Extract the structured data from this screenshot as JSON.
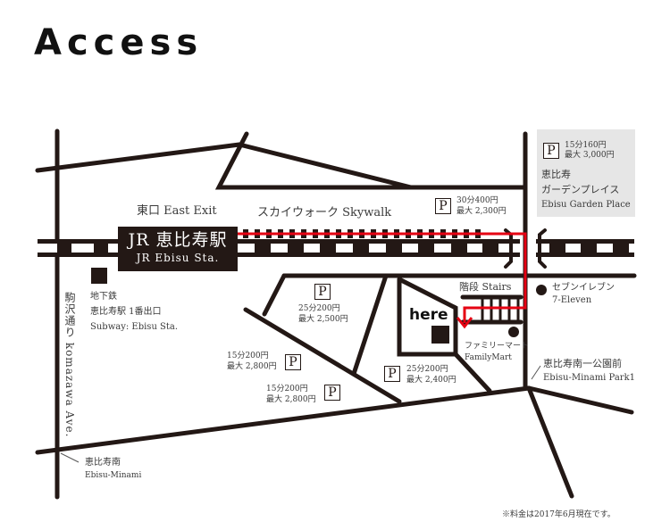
{
  "page": {
    "title": "Access"
  },
  "colors": {
    "road": "#231815",
    "route": "#e60012",
    "garden_bg": "#e6e6e6",
    "text": "#3a3a3a"
  },
  "station": {
    "name_jp": "JR 恵比寿駅",
    "name_en": "JR Ebisu Sta."
  },
  "labels": {
    "east_exit": "東口 East Exit",
    "skywalk": "スカイウォーク Skywalk",
    "stairs": "階段 Stairs",
    "here": "here",
    "subway_line1": "地下鉄",
    "subway_line2": "恵比寿駅 1番出口",
    "subway_en": "Subway: Ebisu Sta.",
    "komazawa": "駒沢通り komazawa Ave.",
    "seven_jp": "セブンイレブン",
    "seven_en": "7-Eleven",
    "family_jp": "ファミリーマート",
    "family_en": "FamilyMart",
    "park_jp": "恵比寿南一公園前",
    "park_en": "Ebisu-Minami Park1",
    "minami_jp": "恵比寿南",
    "minami_en": "Ebisu-Minami",
    "garden_jp1": "恵比寿",
    "garden_jp2": "ガーデンプレイス",
    "garden_en": "Ebisu Garden Place",
    "note": "※料金は2017年6月現在です。"
  },
  "parking": [
    {
      "id": "garden",
      "symbol": "P",
      "rate": "15分160円",
      "max": "最大 3,000円"
    },
    {
      "id": "skywalk",
      "symbol": "P",
      "rate": "30分400円",
      "max": "最大 2,300円"
    },
    {
      "id": "center",
      "symbol": "P",
      "rate": "25分200円",
      "max": "最大 2,500円"
    },
    {
      "id": "west-upper",
      "symbol": "P",
      "rate": "15分200円",
      "max": "最大 2,800円"
    },
    {
      "id": "west-lower",
      "symbol": "P",
      "rate": "15分200円",
      "max": "最大 2,800円"
    },
    {
      "id": "here-south",
      "symbol": "P",
      "rate": "25分200円",
      "max": "最大 2,400円"
    }
  ]
}
